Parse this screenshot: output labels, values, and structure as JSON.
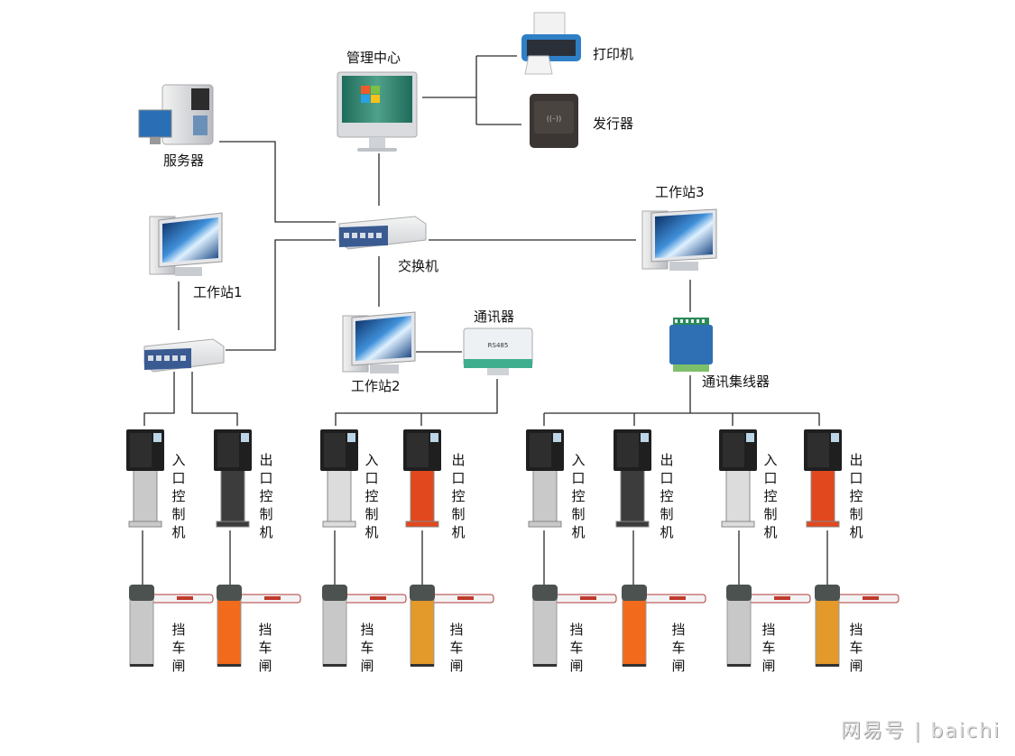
{
  "diagram": {
    "title": "停车场管理系统网络拓扑",
    "nodes": {
      "management_center": "管理中心",
      "printer": "打印机",
      "issuer": "发行器",
      "server": "服务器",
      "switch_main": "交换机",
      "workstation1": "工作站1",
      "workstation2": "工作站2",
      "workstation3": "工作站3",
      "communicator": "通讯器",
      "comm_hub": "通讯集线器"
    },
    "controllers": [
      {
        "label": "入口控制机",
        "color": "#c9c9c9"
      },
      {
        "label": "出口控制机",
        "color": "#3c3c3c"
      },
      {
        "label": "入口控制机",
        "color": "#dcdcdc"
      },
      {
        "label": "出口控制机",
        "color": "#e2481e"
      },
      {
        "label": "入口控制机",
        "color": "#c9c9c9"
      },
      {
        "label": "出口控制机",
        "color": "#3c3c3c"
      },
      {
        "label": "入口控制机",
        "color": "#dcdcdc"
      },
      {
        "label": "出口控制机",
        "color": "#e2481e"
      }
    ],
    "barriers": [
      {
        "label": "挡车闸",
        "color": "#c8c8c8"
      },
      {
        "label": "挡车闸",
        "color": "#f26a1b"
      },
      {
        "label": "挡车闸",
        "color": "#c8c8c8"
      },
      {
        "label": "挡车闸",
        "color": "#e39a2a"
      },
      {
        "label": "挡车闸",
        "color": "#c8c8c8"
      },
      {
        "label": "挡车闸",
        "color": "#f26a1b"
      },
      {
        "label": "挡车闸",
        "color": "#c8c8c8"
      },
      {
        "label": "挡车闸",
        "color": "#e39a2a"
      }
    ],
    "edges": [
      [
        "management_center",
        "printer"
      ],
      [
        "management_center",
        "issuer"
      ],
      [
        "management_center",
        "switch_main"
      ],
      [
        "server",
        "switch_main"
      ],
      [
        "switch_main",
        "switch_ws1"
      ],
      [
        "switch_main",
        "workstation2"
      ],
      [
        "switch_main",
        "workstation3"
      ],
      [
        "workstation1",
        "switch_ws1"
      ],
      [
        "switch_ws1",
        "controller_1"
      ],
      [
        "switch_ws1",
        "controller_2"
      ],
      [
        "workstation2",
        "communicator"
      ],
      [
        "communicator",
        "controller_3"
      ],
      [
        "communicator",
        "controller_4"
      ],
      [
        "workstation3",
        "comm_hub"
      ],
      [
        "comm_hub",
        "controller_5"
      ],
      [
        "comm_hub",
        "controller_6"
      ],
      [
        "comm_hub",
        "controller_7"
      ],
      [
        "comm_hub",
        "controller_8"
      ],
      [
        "controller_n",
        "barrier_n"
      ]
    ]
  },
  "watermark": "网易号 | baichi"
}
